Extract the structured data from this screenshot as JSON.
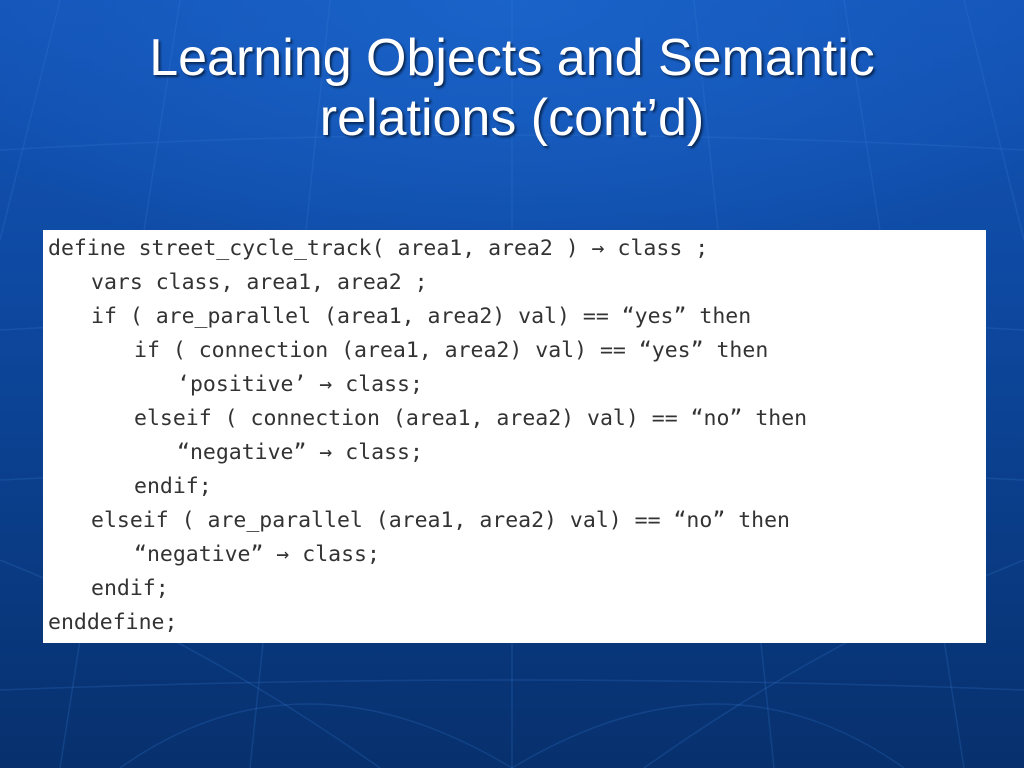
{
  "slide": {
    "title_line1": "Learning Objects and Semantic",
    "title_line2": "relations (cont’d)"
  },
  "code": {
    "lines": [
      {
        "indent": 0,
        "text": "define street_cycle_track( area1, area2 ) → class ;"
      },
      {
        "indent": 1,
        "text": "vars class, area1, area2 ;"
      },
      {
        "indent": 1,
        "text": "if ( are_parallel (area1, area2) val) == “yes” then"
      },
      {
        "indent": 2,
        "text": "if ( connection (area1, area2) val) == “yes” then"
      },
      {
        "indent": 3,
        "text": "‘positive’ → class;"
      },
      {
        "indent": 2,
        "text": "elseif ( connection (area1, area2) val) == “no” then"
      },
      {
        "indent": 3,
        "text": "“negative” → class;"
      },
      {
        "indent": 2,
        "text": "endif;"
      },
      {
        "indent": 1,
        "text": "elseif ( are_parallel (area1, area2) val) == “no” then"
      },
      {
        "indent": 2,
        "text": "“negative” → class;"
      },
      {
        "indent": 1,
        "text": "endif;"
      },
      {
        "indent": 0,
        "text": "enddefine;"
      }
    ]
  },
  "colors": {
    "background": "#0e4aa3",
    "title_text": "#ffffff",
    "code_background": "#ffffff",
    "code_text": "#333333"
  }
}
